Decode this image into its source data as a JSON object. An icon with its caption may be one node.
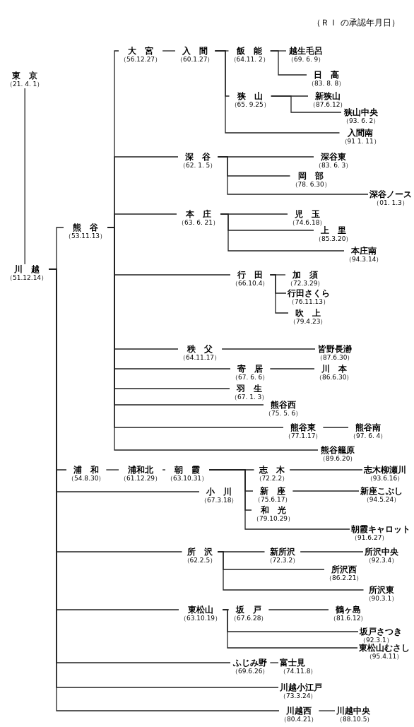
{
  "diagram": {
    "nodes": [
      {
        "text": [
          "東　京",
          "（21. 4. 1）"
        ]
      },
      {
        "text": [
          "川　越",
          "（51.12.14）"
        ]
      },
      {
        "text": [
          "熊　谷",
          "（53.11.13）"
        ]
      },
      {
        "text": [
          "大　宮",
          "（56.12.27）"
        ]
      },
      {
        "text": [
          "入　間",
          "（60.1.27）"
        ]
      },
      {
        "text": [
          "飯　能",
          "（64.11. 2）"
        ]
      },
      {
        "text": [
          "越生毛呂",
          "（69. 6. 9）"
        ]
      },
      {
        "text": [
          "日　高",
          "（83. 8. 8）"
        ]
      },
      {
        "text": [
          "狭　山",
          "（65. 9.25）"
        ]
      },
      {
        "text": [
          "新狭山",
          "（87.6.12）"
        ]
      },
      {
        "text": [
          "狭山中央",
          "（93. 6. 2）"
        ]
      },
      {
        "text": [
          "入間南",
          "（91 1. 11）"
        ]
      },
      {
        "text": [
          "深　谷",
          "（62. 1. 5）"
        ]
      },
      {
        "text": [
          "深谷東",
          "（83. 6. 3）"
        ]
      },
      {
        "text": [
          "岡　部",
          "（78. 6.30）"
        ]
      },
      {
        "text": [
          "深谷ノース",
          "（01. 1.3）"
        ]
      },
      {
        "text": [
          "本　庄",
          "（63. 6. 21）"
        ]
      },
      {
        "text": [
          "児　玉",
          "（74.6.18）"
        ]
      },
      {
        "text": [
          "上　里",
          "（85.3.20）"
        ]
      },
      {
        "text": [
          "本庄南",
          "（94.3.14）"
        ]
      },
      {
        "text": [
          "行　田",
          "（66.10.4）"
        ]
      },
      {
        "text": [
          "加　須",
          "（72.3.29）"
        ]
      },
      {
        "text": [
          "行田さくら",
          "（76.11.13）"
        ]
      },
      {
        "text": [
          "吹　上",
          "（79.4.23）"
        ]
      },
      {
        "text": [
          "秩　父",
          "（64.11.17）"
        ]
      },
      {
        "text": [
          "皆野長瀞",
          "（87.6.30）"
        ]
      },
      {
        "text": [
          "寄　居",
          "（67. 6. 6）"
        ]
      },
      {
        "text": [
          "川　本",
          "（86.6.30）"
        ]
      },
      {
        "text": [
          "羽　生",
          "（67. 1. 3）"
        ]
      },
      {
        "text": [
          "熊谷西",
          "（75. 5. 6）"
        ]
      },
      {
        "text": [
          "熊谷東",
          "（77.1.17）"
        ]
      },
      {
        "text": [
          "熊谷南",
          "（97. 6. 4）"
        ]
      },
      {
        "text": [
          "熊谷籠原",
          "（89.6.20）"
        ]
      },
      {
        "text": [
          "浦　和",
          "（54.8.30）"
        ]
      },
      {
        "text": [
          "浦和北",
          "（61.12.29）"
        ]
      },
      {
        "text": [
          "朝　霞",
          "（63.10.31）"
        ]
      },
      {
        "text": [
          "志　木",
          "（72.2.2）"
        ]
      },
      {
        "text": [
          "志木柳瀬川",
          "（93.6.16）"
        ]
      },
      {
        "text": [
          "新　座",
          "（75.6.17）"
        ]
      },
      {
        "text": [
          "新座こぶし",
          "（94.5.24）"
        ]
      },
      {
        "text": [
          "和　光",
          "（79.10.29）"
        ]
      },
      {
        "text": [
          "朝霞キャロット",
          "（91.6.27）"
        ]
      },
      {
        "text": [
          "小　川",
          "（67.3.18）"
        ]
      },
      {
        "text": [
          "所　沢",
          "（62.2.5）"
        ]
      },
      {
        "text": [
          "新所沢",
          "（72.3.2）"
        ]
      },
      {
        "text": [
          "所沢中央",
          "（92.3.4）"
        ]
      },
      {
        "text": [
          "所沢西",
          "（86.2.21）"
        ]
      },
      {
        "text": [
          "所沢東",
          "（90.3.1）"
        ]
      },
      {
        "text": [
          "東松山",
          "（63.10.19）"
        ]
      },
      {
        "text": [
          "坂　戸",
          "（67.6.28）"
        ]
      },
      {
        "text": [
          "鶴ヶ島",
          "（81.6.12）"
        ]
      },
      {
        "text": [
          "坂戸さつき",
          "（92.3.1）"
        ]
      },
      {
        "text": [
          "東松山むさし",
          "（95.4.11）"
        ]
      },
      {
        "text": [
          "ふじみ野",
          "（69.6.26）"
        ]
      },
      {
        "text": [
          "富士見",
          "（74.11.8）"
        ]
      },
      {
        "text": [
          "川越小江戸",
          "（73.3.24）"
        ]
      },
      {
        "text": [
          "川越西",
          "（80.4.21）"
        ]
      },
      {
        "text": [
          "川越中央",
          "（88.10.5）"
        ]
      }
    ],
    "edges": [
      {
        "from": 0,
        "to": 1,
        "arrow": "none"
      },
      {
        "from": 1,
        "to": 2,
        "arrow": "none"
      },
      {
        "from": 2,
        "to": 3,
        "arrow": "none"
      },
      {
        "from": 3,
        "to": 4,
        "arrow": "none"
      },
      {
        "from": 4,
        "to": 5,
        "arrow": "none"
      },
      {
        "from": 5,
        "to": 6,
        "arrow": "none"
      },
      {
        "from": 5,
        "to": 7,
        "arrow": "none"
      },
      {
        "from": 4,
        "to": 8,
        "arrow": "none"
      },
      {
        "from": 8,
        "to": 9,
        "arrow": "none"
      },
      {
        "from": 8,
        "to": 10,
        "arrow": "none"
      },
      {
        "from": 4,
        "to": 11,
        "arrow": "none"
      },
      {
        "from": 2,
        "to": 12,
        "arrow": "none"
      },
      {
        "from": 12,
        "to": 13,
        "arrow": "none"
      },
      {
        "from": 12,
        "to": 14,
        "arrow": "none"
      },
      {
        "from": 12,
        "to": 15,
        "arrow": "none"
      },
      {
        "from": 2,
        "to": 16,
        "arrow": "none"
      },
      {
        "from": 16,
        "to": 17,
        "arrow": "none"
      },
      {
        "from": 16,
        "to": 18,
        "arrow": "none"
      },
      {
        "from": 16,
        "to": 19,
        "arrow": "none"
      },
      {
        "from": 2,
        "to": 20,
        "arrow": "none"
      },
      {
        "from": 20,
        "to": 21,
        "arrow": "none"
      },
      {
        "from": 20,
        "to": 22,
        "arrow": "none"
      },
      {
        "from": 20,
        "to": 23,
        "arrow": "none"
      },
      {
        "from": 2,
        "to": 24,
        "arrow": "none"
      },
      {
        "from": 24,
        "to": 25,
        "arrow": "none"
      },
      {
        "from": 2,
        "to": 26,
        "arrow": "none"
      },
      {
        "from": 26,
        "to": 27,
        "arrow": "none"
      },
      {
        "from": 2,
        "to": 28,
        "arrow": "none"
      },
      {
        "from": 2,
        "to": 29,
        "arrow": "none"
      },
      {
        "from": 2,
        "to": 30,
        "arrow": "none"
      },
      {
        "from": 30,
        "to": 31,
        "arrow": "none"
      },
      {
        "from": 2,
        "to": 32,
        "arrow": "none"
      },
      {
        "from": 1,
        "to": 33,
        "arrow": "none"
      },
      {
        "from": 33,
        "to": 34,
        "arrow": "none"
      },
      {
        "from": 34,
        "to": 35,
        "arrow": "none"
      },
      {
        "from": 35,
        "to": 36,
        "arrow": "none"
      },
      {
        "from": 36,
        "to": 37,
        "arrow": "none"
      },
      {
        "from": 35,
        "to": 38,
        "arrow": "none"
      },
      {
        "from": 38,
        "to": 39,
        "arrow": "none"
      },
      {
        "from": 35,
        "to": 40,
        "arrow": "none"
      },
      {
        "from": 35,
        "to": 41,
        "arrow": "none"
      },
      {
        "from": 1,
        "to": 42,
        "arrow": "none"
      },
      {
        "from": 1,
        "to": 43,
        "arrow": "none"
      },
      {
        "from": 43,
        "to": 44,
        "arrow": "none"
      },
      {
        "from": 44,
        "to": 45,
        "arrow": "none"
      },
      {
        "from": 43,
        "to": 46,
        "arrow": "none"
      },
      {
        "from": 43,
        "to": 47,
        "arrow": "none"
      },
      {
        "from": 1,
        "to": 48,
        "arrow": "none"
      },
      {
        "from": 48,
        "to": 49,
        "arrow": "none"
      },
      {
        "from": 49,
        "to": 50,
        "arrow": "none"
      },
      {
        "from": 48,
        "to": 51,
        "arrow": "none"
      },
      {
        "from": 48,
        "to": 52,
        "arrow": "none"
      },
      {
        "from": 1,
        "to": 53,
        "arrow": "none"
      },
      {
        "from": 53,
        "to": 54,
        "arrow": "none"
      },
      {
        "from": 1,
        "to": 55,
        "arrow": "none"
      },
      {
        "from": 1,
        "to": 56,
        "arrow": "none"
      },
      {
        "from": 56,
        "to": 57,
        "arrow": "none"
      }
    ],
    "labels": [
      "（ＲＩ の承認年月日）"
    ]
  }
}
